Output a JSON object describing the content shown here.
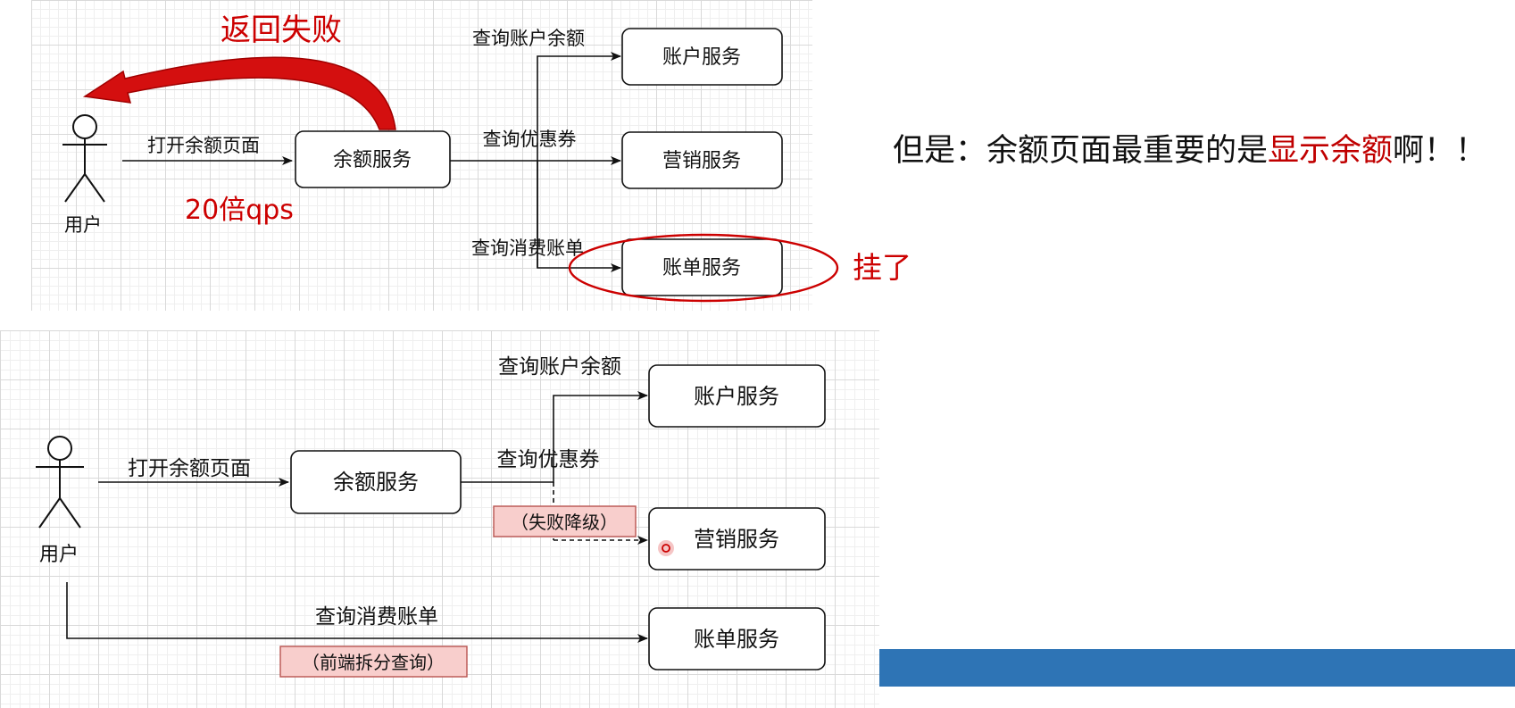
{
  "top": {
    "title_fail": "返回失败",
    "user_label": "用户",
    "open_page": "打开余额页面",
    "qps": "20倍qps",
    "balance_service": "余额服务",
    "query_balance": "查询账户余额",
    "query_coupon": "查询优惠券",
    "query_bill": "查询消费账单",
    "account_service": "账户服务",
    "marketing_service": "营销服务",
    "bill_service": "账单服务",
    "down": "挂了"
  },
  "note": {
    "before": "但是：余额页面最重要的是",
    "highlight": "显示余额",
    "after": "啊！！"
  },
  "bottom": {
    "user_label": "用户",
    "open_page": "打开余额页面",
    "balance_service": "余额服务",
    "query_balance": "查询账户余额",
    "query_coupon": "查询优惠券",
    "degrade": "（失败降级）",
    "query_bill": "查询消费账单",
    "frontend_split": "（前端拆分查询）",
    "account_service": "账户服务",
    "marketing_service": "营销服务",
    "bill_service": "账单服务"
  },
  "colors": {
    "red": "#cc0000",
    "highlight_fill": "#f8cecc",
    "highlight_border": "#b85450",
    "bar": "#2e74b5"
  }
}
